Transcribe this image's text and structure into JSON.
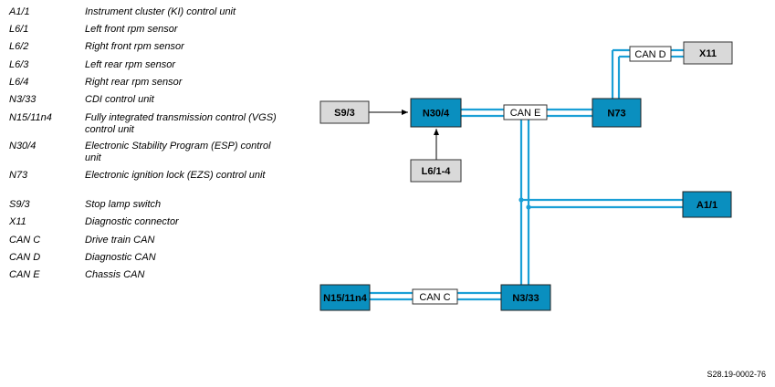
{
  "legend": [
    {
      "code": "A1/1",
      "desc": "Instrument cluster (KI) control unit"
    },
    {
      "code": "L6/1",
      "desc": "Left front rpm sensor"
    },
    {
      "code": "L6/2",
      "desc": "Right front rpm sensor"
    },
    {
      "code": "L6/3",
      "desc": "Left rear rpm sensor"
    },
    {
      "code": "L6/4",
      "desc": "Right rear rpm sensor"
    },
    {
      "code": "N3/33",
      "desc": "CDI control unit"
    },
    {
      "code": "N15/11n4",
      "desc": "Fully integrated transmission control (VGS) control unit"
    },
    {
      "code": "N30/4",
      "desc": "Electronic Stability Program (ESP) control unit"
    },
    {
      "code": "N73",
      "desc": "Electronic ignition lock (EZS) control unit"
    },
    {
      "code": "S9/3",
      "desc": "Stop lamp switch"
    },
    {
      "code": "X11",
      "desc": "Diagnostic connector"
    },
    {
      "code": "CAN C",
      "desc": "Drive train CAN"
    },
    {
      "code": "CAN D",
      "desc": "Diagnostic CAN"
    },
    {
      "code": "CAN E",
      "desc": "Chassis CAN"
    }
  ],
  "diagram": {
    "boxes": {
      "s93": "S9/3",
      "n304": "N30/4",
      "l614": "L6/1-4",
      "n73": "N73",
      "x11": "X11",
      "a11": "A1/1",
      "n1511n4": "N15/11n4",
      "n333": "N3/33"
    },
    "buses": {
      "can_e": "CAN E",
      "can_d": "CAN D",
      "can_c": "CAN C"
    },
    "colors": {
      "bus_line": "#1a9fd6",
      "control_unit_fill": "#0a8fbf",
      "component_fill": "#d9d9d9"
    }
  },
  "doc_number": "S28.19-0002-76"
}
